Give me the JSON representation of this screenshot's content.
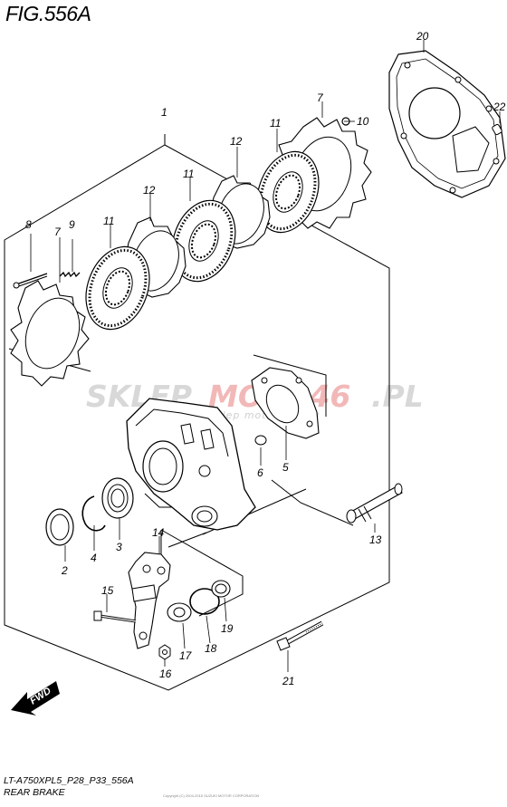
{
  "figure": {
    "title": "FIG.556A"
  },
  "parts": [
    {
      "ref": "1"
    },
    {
      "ref": "2"
    },
    {
      "ref": "3"
    },
    {
      "ref": "4"
    },
    {
      "ref": "5"
    },
    {
      "ref": "6"
    },
    {
      "ref": "7"
    },
    {
      "ref": "7"
    },
    {
      "ref": "8"
    },
    {
      "ref": "9"
    },
    {
      "ref": "10"
    },
    {
      "ref": "11"
    },
    {
      "ref": "11"
    },
    {
      "ref": "11"
    },
    {
      "ref": "12"
    },
    {
      "ref": "12"
    },
    {
      "ref": "13"
    },
    {
      "ref": "14"
    },
    {
      "ref": "15"
    },
    {
      "ref": "16"
    },
    {
      "ref": "17"
    },
    {
      "ref": "18"
    },
    {
      "ref": "19"
    },
    {
      "ref": "20"
    },
    {
      "ref": "21"
    },
    {
      "ref": "22"
    }
  ],
  "watermark": {
    "brand_part1": "SKLEP",
    "brand_part2": "MOTO46",
    "brand_part3": ".PL",
    "tagline": "internetowy sklep motocyklowy"
  },
  "fwd_label": "FWD",
  "footer": {
    "model_code": "LT-A750XPL5_P28_P33_556A",
    "section": "REAR BRAKE"
  },
  "copyright_text": "Copyright (C) 2004-2015 SUZUKI MOTOR CORPORATION"
}
